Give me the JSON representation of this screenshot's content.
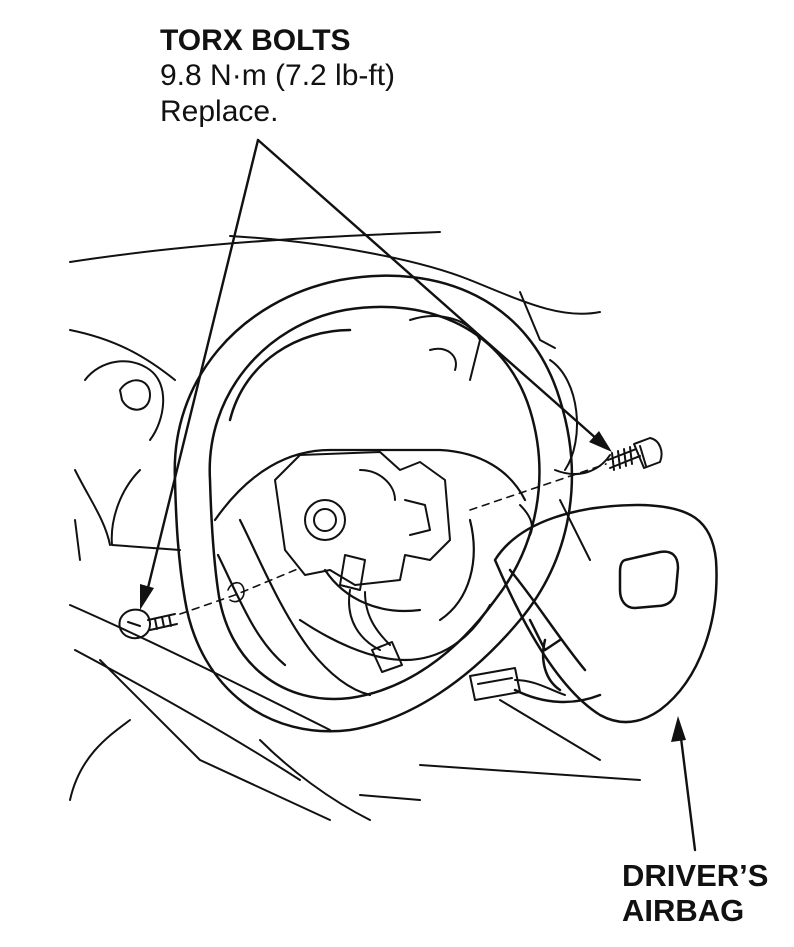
{
  "callouts": {
    "torx": {
      "title": "TORX BOLTS",
      "torque": "9.8 N·m (7.2 lb-ft)",
      "note": "Replace."
    },
    "airbag": {
      "line1": "DRIVER’S",
      "line2": "AIRBAG"
    }
  },
  "colors": {
    "ink": "#111111",
    "background": "#ffffff"
  }
}
